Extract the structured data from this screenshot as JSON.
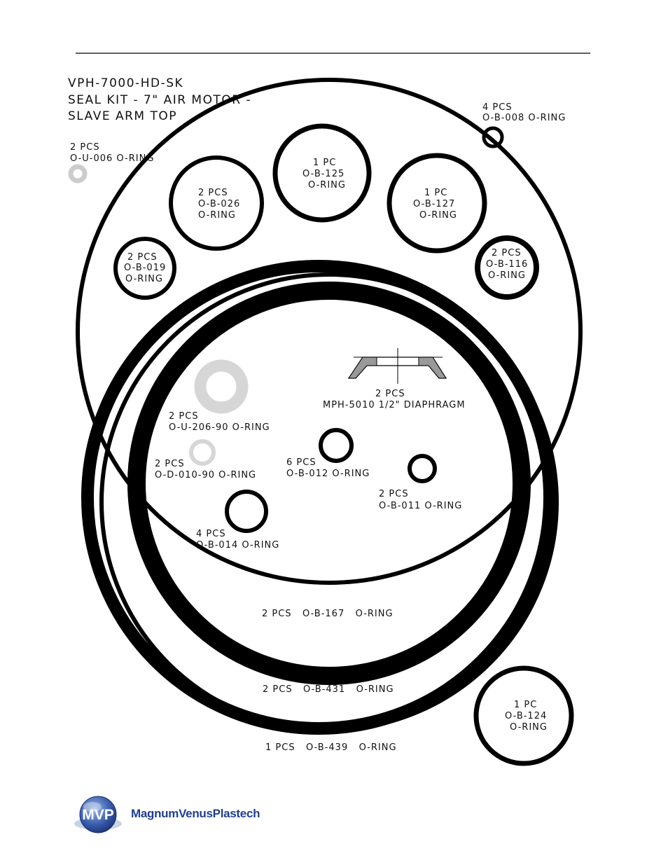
{
  "title": {
    "line1": "VPH-7000-HD-SK",
    "line2": "SEAL KIT - 7\" AIR MOTOR -",
    "line3": "SLAVE ARM TOP"
  },
  "parts": {
    "b008": {
      "qty": "4 PCS",
      "name": "O-B-008 O-RING"
    },
    "u006": {
      "qty": "2 PCS",
      "name": "O-U-006 O-RING"
    },
    "b125": {
      "qty": "1 PC",
      "part": "O-B-125",
      "type": "O-RING"
    },
    "b026": {
      "qty": "2 PCS",
      "part": "O-B-026",
      "type": "O-RING"
    },
    "b127": {
      "qty": "1 PC",
      "part": "O-B-127",
      "type": "O-RING"
    },
    "b019": {
      "qty": "2 PCS",
      "part": "O-B-019",
      "type": "O-RING"
    },
    "b116": {
      "qty": "2 PCS",
      "part": "O-B-116",
      "type": "O-RING"
    },
    "mph5010": {
      "qty": "2 PCS",
      "name": "MPH-5010 1/2\" DIAPHRAGM"
    },
    "u206": {
      "qty": "2 PCS",
      "name": "O-U-206-90 O-RING"
    },
    "d010": {
      "qty": "2 PCS",
      "name": "O-D-010-90 O-RING"
    },
    "b012": {
      "qty": "6 PCS",
      "name": "O-B-012 O-RING"
    },
    "b011": {
      "qty": "2 PCS",
      "name": "O-B-011 O-RING"
    },
    "b014": {
      "qty": "4 PCS",
      "name": "O-B-014 O-RING"
    },
    "b167": {
      "label": "2 PCS   O-B-167   O-RING"
    },
    "b431": {
      "label": "2 PCS   O-B-431   O-RING"
    },
    "b439": {
      "label": "1 PCS   O-B-439   O-RING"
    },
    "b124": {
      "qty": "1 PC",
      "part": "O-B-124",
      "type": "O-RING"
    }
  },
  "logo": {
    "badge": "MVP",
    "company": "MagnumVenusPlastech"
  },
  "colors": {
    "ring": "#000000",
    "urethane": "#d6d6d6",
    "logo_blue": "#1f3f8f"
  }
}
